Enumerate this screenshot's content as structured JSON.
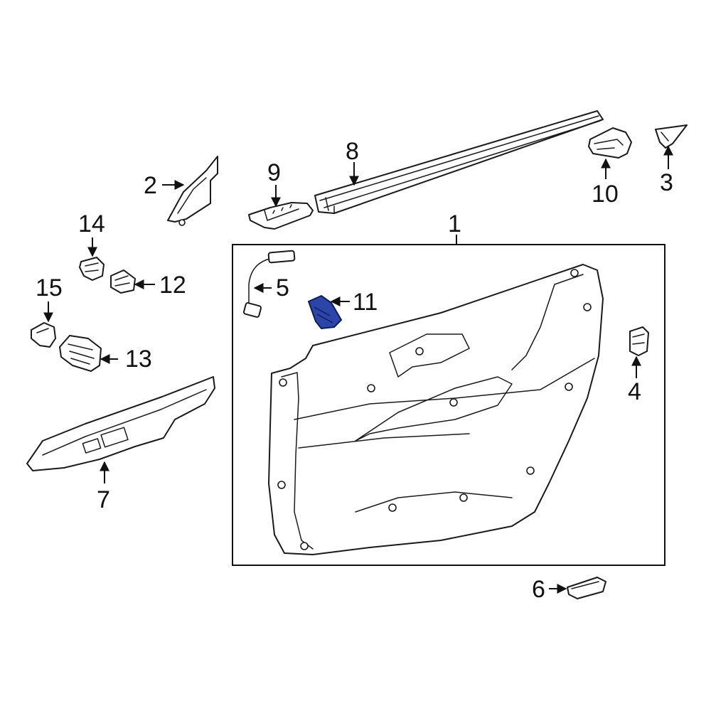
{
  "diagram": {
    "highlight_color": "#2b45a8",
    "line_color": "#1a1a1a",
    "callouts": [
      {
        "id": "1",
        "label": "1",
        "part": "door-trim-panel"
      },
      {
        "id": "2",
        "label": "2",
        "part": "mirror-cover-triangle"
      },
      {
        "id": "3",
        "label": "3",
        "part": "cap-cover"
      },
      {
        "id": "4",
        "label": "4",
        "part": "clip"
      },
      {
        "id": "5",
        "label": "5",
        "part": "wire-harness-connector"
      },
      {
        "id": "6",
        "label": "6",
        "part": "pull-handle-cover"
      },
      {
        "id": "7",
        "label": "7",
        "part": "armrest-switch-bezel"
      },
      {
        "id": "8",
        "label": "8",
        "part": "belt-weatherstrip"
      },
      {
        "id": "9",
        "label": "9",
        "part": "bracket"
      },
      {
        "id": "10",
        "label": "10",
        "part": "end-bracket"
      },
      {
        "id": "11",
        "label": "11",
        "part": "inner-handle-bracket-highlighted"
      },
      {
        "id": "12",
        "label": "12",
        "part": "switch"
      },
      {
        "id": "13",
        "label": "13",
        "part": "master-switch"
      },
      {
        "id": "14",
        "label": "14",
        "part": "knob-switch"
      },
      {
        "id": "15",
        "label": "15",
        "part": "connector-switch"
      }
    ]
  }
}
